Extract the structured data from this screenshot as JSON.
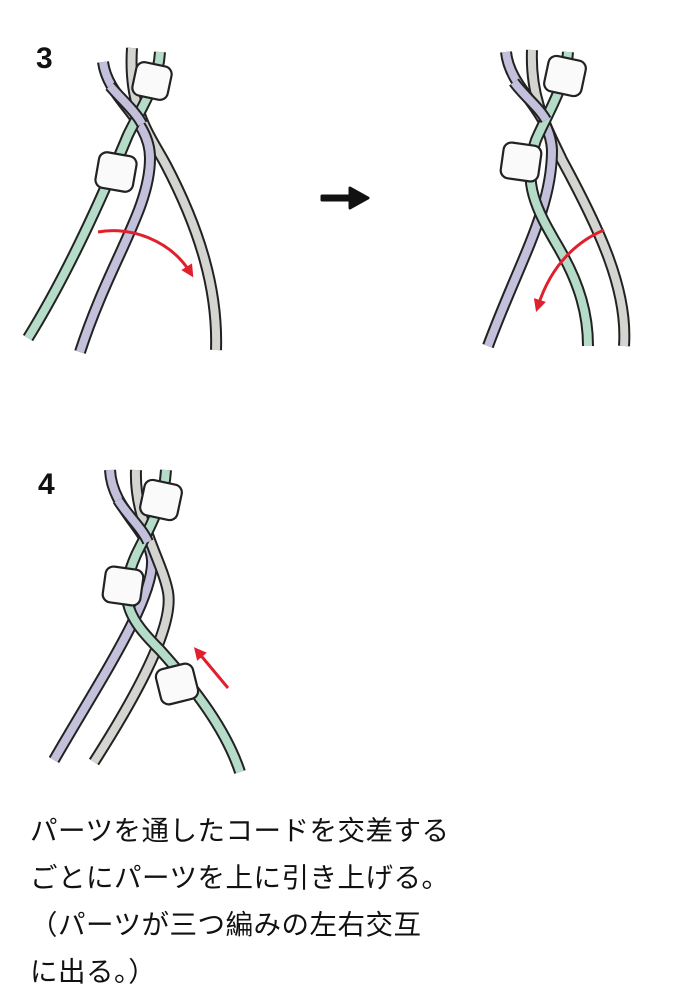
{
  "steps": [
    {
      "number": "3"
    },
    {
      "number": "4"
    }
  ],
  "caption": {
    "lines": [
      "パーツを通したコードを交差する",
      "ごとにパーツを上に引き上げる。",
      "（パーツが三つ編みの左右交互",
      "に出る。）"
    ]
  },
  "colors": {
    "mint_cord": "#b5dcc8",
    "lavender_cord": "#c3c0dc",
    "gray_cord": "#d4d4d0",
    "outline": "#222222",
    "bead_fill": "#fafafa",
    "arrow_red": "#e0202c",
    "arrow_black": "#111111"
  },
  "icons": [
    "curved-red-arrow-icon",
    "black-right-arrow-icon",
    "straight-red-arrow-icon"
  ]
}
